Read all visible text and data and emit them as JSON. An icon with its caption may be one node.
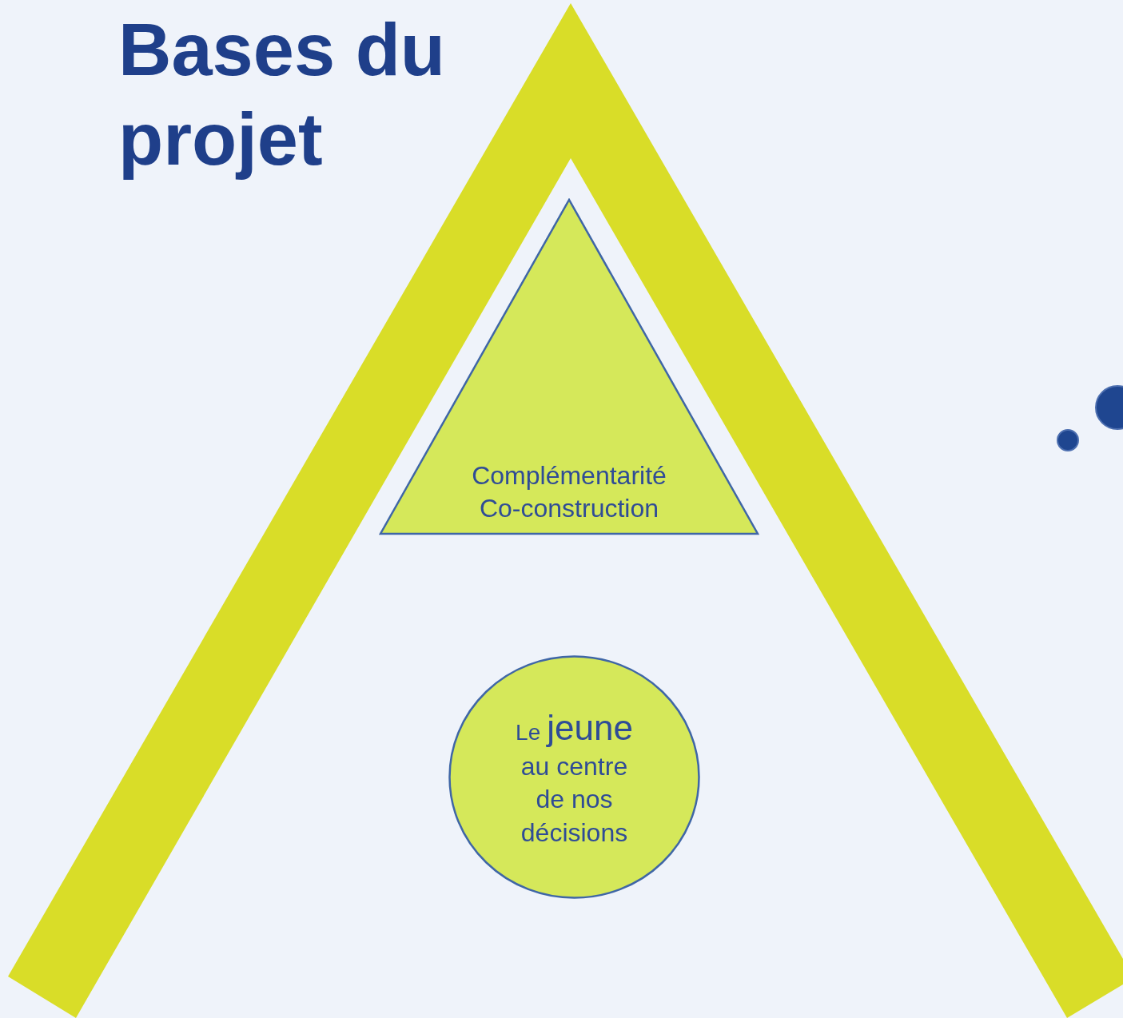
{
  "diagram": {
    "title": "Bases du projet",
    "nodes": [
      {
        "text": [
          "Complémentarité",
          "Co-construction"
        ]
      },
      {
        "text": [
          "Le",
          "jeune",
          "au centre de nos décisions"
        ]
      }
    ]
  }
}
